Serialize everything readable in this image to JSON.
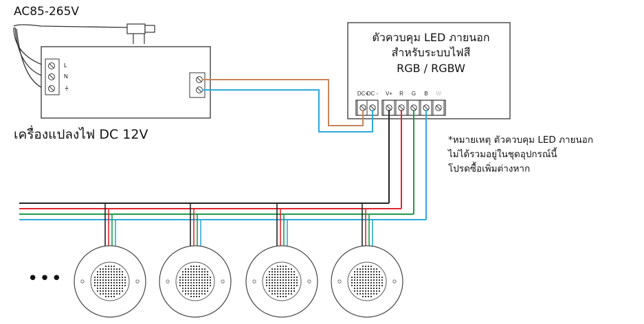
{
  "ac_input": {
    "label": "AC85-265V"
  },
  "power_supply": {
    "label": "เครื่องแปลงไฟ DC 12V",
    "input_terminals": [
      "L",
      "N",
      "⏚"
    ]
  },
  "controller": {
    "title_lines": [
      "ตัวควบคุม LED ภายนอก",
      "สำหรับระบบไฟสี",
      "RGB / RGBW"
    ],
    "terminals": [
      "DC+",
      "DC -",
      "V+",
      "R",
      "G",
      "B",
      "W"
    ]
  },
  "note": {
    "lines": [
      "*หมายเหตุ ตัวควบคุม LED ภายนอก",
      "ไม่ได้รวมอยู่ในชุดอุปกรณ์นี้",
      "โปรดซื้อเพิ่มต่างหาก"
    ]
  },
  "continuation": "•••",
  "wire_colors": {
    "dc_plus": "#c8845a",
    "dc_minus": "#2aa8de",
    "v_plus": "#222222",
    "red": "#e0262b",
    "green": "#1f9a4a",
    "blue": "#2aa8de"
  },
  "lamp_count": 4
}
